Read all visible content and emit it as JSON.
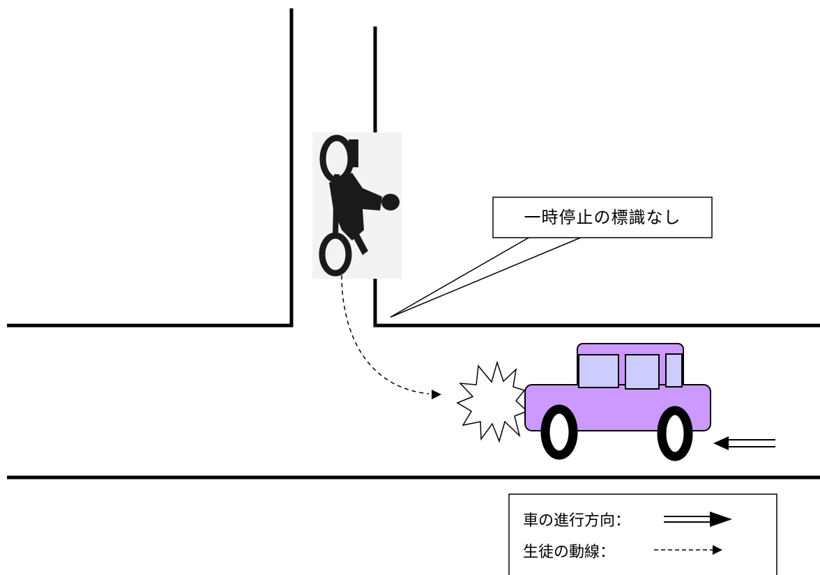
{
  "callout": {
    "text": "一時停止の標識なし"
  },
  "legend": {
    "car_direction_label": "車の進行方向：",
    "student_path_label": "生徒の動線："
  },
  "colors": {
    "line": "#000000",
    "car_body": "#cc99ff",
    "car_window": "#ccccff",
    "background": "#ffffff"
  }
}
